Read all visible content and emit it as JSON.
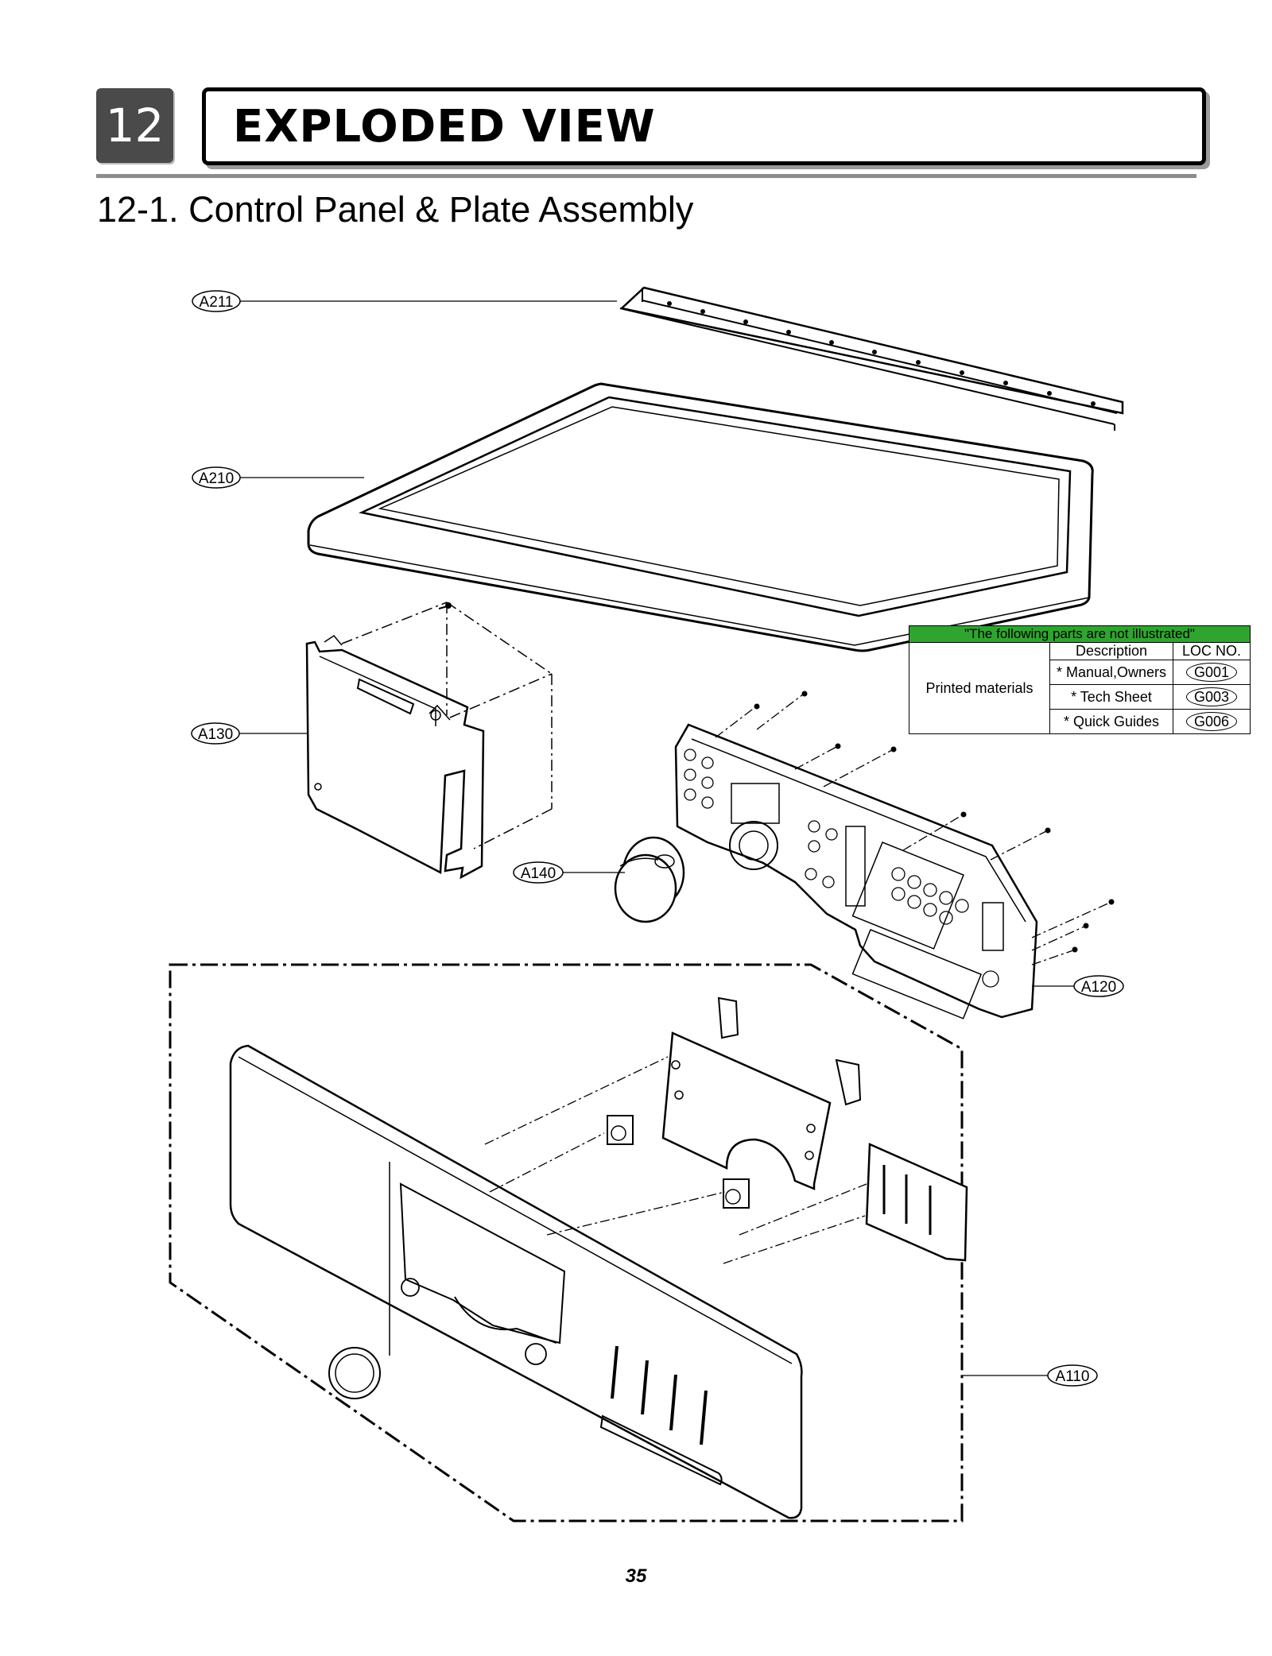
{
  "header": {
    "section_number": "12",
    "section_title": "EXPLODED VIEW",
    "subtitle": "12-1. Control Panel & Plate Assembly"
  },
  "callouts": {
    "a211": "A211",
    "a210": "A210",
    "a130": "A130",
    "a140": "A140",
    "a120": "A120",
    "a110": "A110"
  },
  "not_illustrated": {
    "heading": "\"The following parts are not illustrated\"",
    "col_description": "Description",
    "col_loc": "LOC NO.",
    "group": "Printed materials",
    "rows": [
      {
        "description": "* Manual,Owners",
        "loc": "G001"
      },
      {
        "description": "* Tech Sheet",
        "loc": "G003"
      },
      {
        "description": "* Quick Guides",
        "loc": "G006"
      }
    ]
  },
  "footer": {
    "page_number": "35"
  },
  "colors": {
    "table_header": "#2fa52f",
    "section_badge": "#4a4a4a"
  }
}
